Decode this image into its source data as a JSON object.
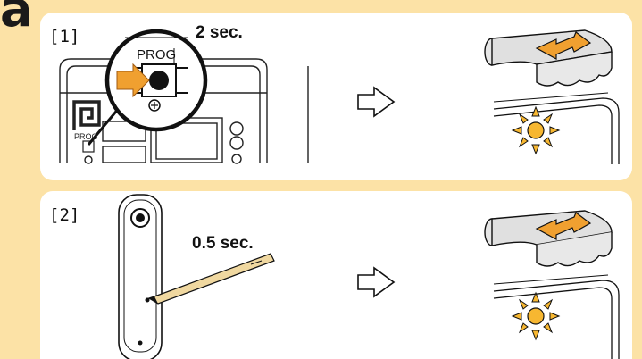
{
  "section_letter": "a",
  "steps": [
    {
      "label": "[1]",
      "duration": "2 sec.",
      "button_label_magnified": "PROG",
      "button_label_board": "PROG"
    },
    {
      "label": "[2]",
      "duration": "0.5 sec."
    }
  ],
  "colors": {
    "background": "#fce2a6",
    "panel": "#ffffff",
    "accent_orange": "#f0a030",
    "sun_yellow": "#f7b731",
    "awning_gray": "#d9d9d9"
  },
  "icons": [
    "press-arrow-icon",
    "right-arrow-icon",
    "awning-icon",
    "flashing-light-icon",
    "remote-control-icon",
    "stylus-icon"
  ]
}
